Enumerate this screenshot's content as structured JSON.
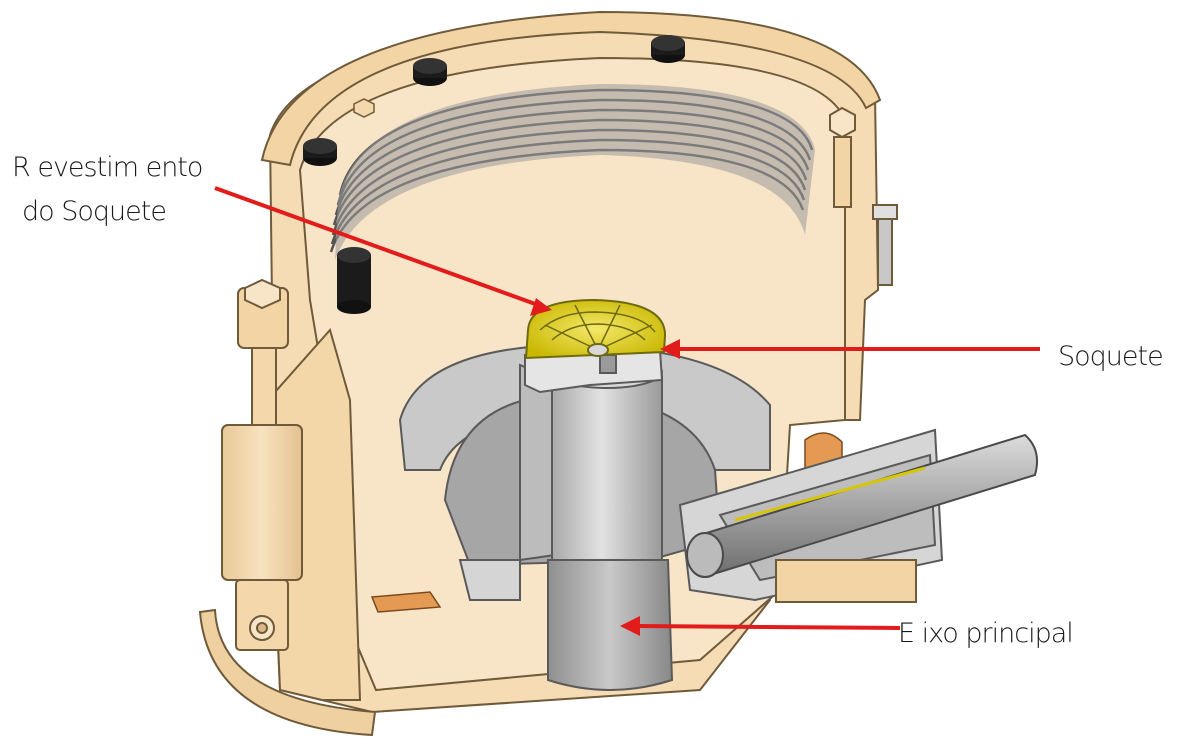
{
  "labels": {
    "socket_liner_line1": "R evestim ento",
    "socket_liner_line2": "do Soquete",
    "socket": "Soquete",
    "main_shaft": "E ixo principal"
  },
  "colors": {
    "housing": "#f6dcb4",
    "housing_dark": "#e9c595",
    "steel": "#c4c4c4",
    "steel_dark": "#8d8d8d",
    "liner_yellow": "#e3d21c",
    "bronze": "#e49a52",
    "arrow": "#e21b1b"
  }
}
